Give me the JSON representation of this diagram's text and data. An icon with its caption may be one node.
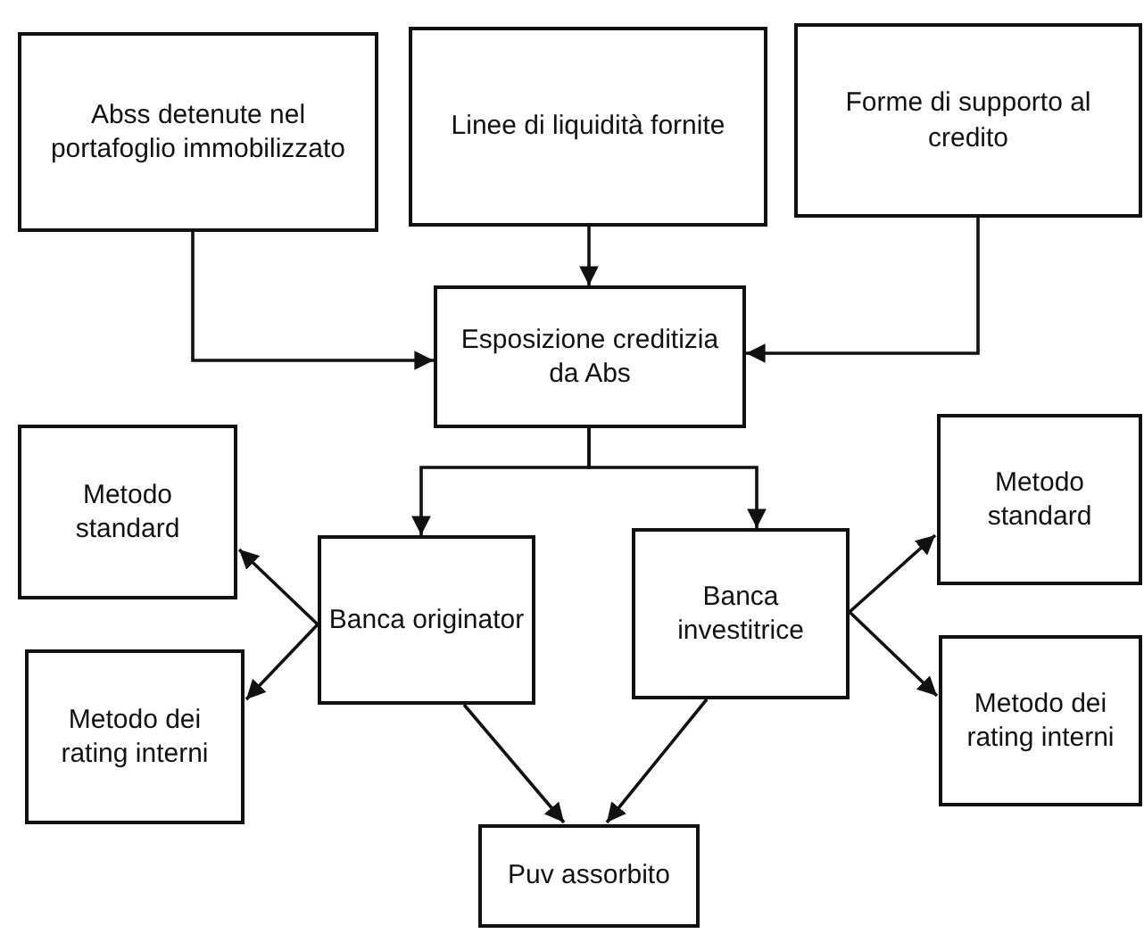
{
  "diagram": {
    "nodes": [
      {
        "text": [
          "Abss detenute nel portafoglio immobilizzato"
        ]
      },
      {
        "text": [
          "Linee di liquidità fornite"
        ]
      },
      {
        "text": [
          "Forme di supporto al credito"
        ]
      },
      {
        "text": [
          "Esposizione creditizia da Abs"
        ]
      },
      {
        "text": [
          "Metodo standard"
        ]
      },
      {
        "text": [
          "Banca originator"
        ]
      },
      {
        "text": [
          "Banca investitrice"
        ]
      },
      {
        "text": [
          "Metodo standard"
        ]
      },
      {
        "text": [
          "Metodo dei rating interni"
        ]
      },
      {
        "text": [
          "Metodo dei rating interni"
        ]
      },
      {
        "text": [
          "Puv assorbito"
        ]
      }
    ],
    "edges": [
      {
        "from": 0,
        "to": 3,
        "arrow": "to"
      },
      {
        "from": 1,
        "to": 3,
        "arrow": "to"
      },
      {
        "from": 2,
        "to": 3,
        "arrow": "to"
      },
      {
        "from": 3,
        "to": 5,
        "arrow": "to"
      },
      {
        "from": 3,
        "to": 6,
        "arrow": "to"
      },
      {
        "from": 5,
        "to": 4,
        "arrow": "to"
      },
      {
        "from": 5,
        "to": 8,
        "arrow": "to"
      },
      {
        "from": 6,
        "to": 7,
        "arrow": "to"
      },
      {
        "from": 6,
        "to": 9,
        "arrow": "to"
      },
      {
        "from": 5,
        "to": 10,
        "arrow": "to"
      },
      {
        "from": 6,
        "to": 10,
        "arrow": "to"
      }
    ]
  }
}
